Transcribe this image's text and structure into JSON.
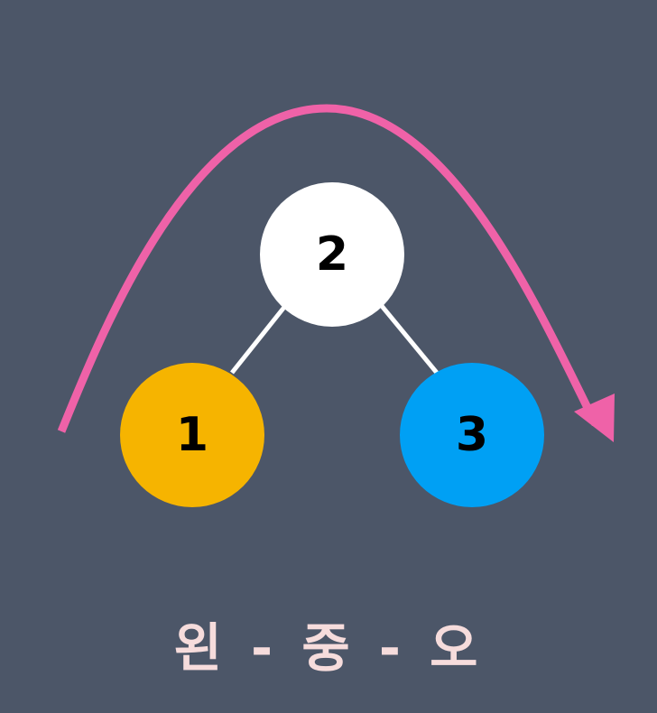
{
  "colors": {
    "background": "#4c5668",
    "arrow": "#ef62a8",
    "edge": "#ffffff",
    "caption": "#f6dcdc"
  },
  "nodes": {
    "root": {
      "label": "2",
      "color": "#ffffff"
    },
    "left": {
      "label": "1",
      "color": "#f6b400"
    },
    "right": {
      "label": "3",
      "color": "#00a0f4"
    }
  },
  "traversal_arrow": {
    "icon": "curved-arrow-icon"
  },
  "caption": {
    "text": "왼 - 중 - 오"
  }
}
